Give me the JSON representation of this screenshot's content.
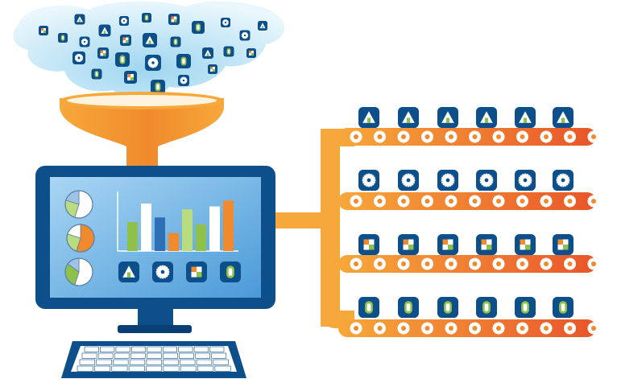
{
  "colors": {
    "navy": "#0d4f8b",
    "navy_dark": "#0a3f73",
    "orange_light": "#f7a83a",
    "orange_mid": "#f08a2c",
    "orange_dark": "#e8552a",
    "screen_blue": "#7cb9e8",
    "cloud_light": "#e4f4fb",
    "cloud_mid": "#b9e3f5",
    "green": "#8fc04a",
    "light_green": "#b9dc7f",
    "white": "#ffffff"
  },
  "icon_types": [
    "triangle-icon",
    "gear-icon",
    "grid-icon",
    "oval-icon"
  ],
  "belts": [
    {
      "name": "triangle-conveyor",
      "icon": "triangle-icon",
      "count": 6
    },
    {
      "name": "gear-conveyor",
      "icon": "gear-icon",
      "count": 6
    },
    {
      "name": "grid-conveyor",
      "icon": "grid-icon",
      "count": 6
    },
    {
      "name": "oval-conveyor",
      "icon": "oval-icon",
      "count": 6
    }
  ],
  "screen_icons": [
    "triangle-icon",
    "gear-icon",
    "grid-icon",
    "oval-icon"
  ],
  "chart_data": {
    "type": "bar",
    "categories": [
      "1",
      "2",
      "3",
      "4",
      "5",
      "6",
      "7",
      "8"
    ],
    "values": [
      0.5,
      0.82,
      0.58,
      0.31,
      0.72,
      0.46,
      0.77,
      0.87
    ],
    "bar_colors": [
      "#8fc04a",
      "#ffffff",
      "#2f6fb5",
      "#f08a2c",
      "#b9dc7f",
      "#8fc04a",
      "#ffffff",
      "#f08a2c"
    ],
    "title": "",
    "xlabel": "",
    "ylabel": ""
  },
  "pies": [
    {
      "slices": [
        0.55,
        0.25,
        0.2
      ],
      "colors": [
        "#ffffff",
        "#b9dc7f",
        "#9ec3e6"
      ]
    },
    {
      "slices": [
        0.55,
        0.25,
        0.2
      ],
      "colors": [
        "#f08a2c",
        "#b9dc7f",
        "#ffffff"
      ]
    },
    {
      "slices": [
        0.55,
        0.3,
        0.15
      ],
      "colors": [
        "#ffffff",
        "#8fc04a",
        "#9ec3e6"
      ]
    }
  ]
}
